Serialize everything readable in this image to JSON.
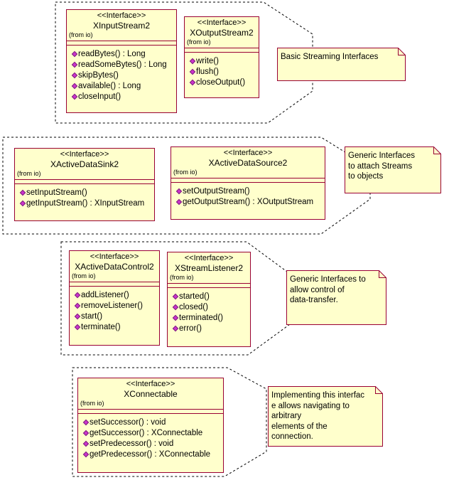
{
  "packages": [
    {
      "note": "Basic Streaming Interfaces",
      "interfaces": [
        {
          "stereotype": "<<Interface>>",
          "name": "XInputStream2",
          "from": "(from io)",
          "operations": [
            "readBytes() : Long",
            "readSomeBytes() : Long",
            "skipBytes()",
            "available() : Long",
            "closeInput()"
          ]
        },
        {
          "stereotype": "<<Interface>>",
          "name": "XOutputStream2",
          "from": "(from io)",
          "operations": [
            "write()",
            "flush()",
            "closeOutput()"
          ]
        }
      ]
    },
    {
      "note": "Generic Interfaces\nto attach Streams\nto objects",
      "interfaces": [
        {
          "stereotype": "<<Interface>>",
          "name": "XActiveDataSink2",
          "from": "(from io)",
          "operations": [
            "setInputStream()",
            "getInputStream() : XInputStream"
          ]
        },
        {
          "stereotype": "<<Interface>>",
          "name": "XActiveDataSource2",
          "from": "(from io)",
          "operations": [
            "setOutputStream()",
            "getOutputStream() : XOutputStream"
          ]
        }
      ]
    },
    {
      "note": "Generic Interfaces to\nallow control of\ndata-transfer.",
      "interfaces": [
        {
          "stereotype": "<<Interface>>",
          "name": "XActiveDataControl2",
          "from": "(from io)",
          "operations": [
            "addListener()",
            "removeListener()",
            "start()",
            "terminate()"
          ]
        },
        {
          "stereotype": "<<Interface>>",
          "name": "XStreamListener2",
          "from": "(from io)",
          "operations": [
            "started()",
            "closed()",
            "terminated()",
            "error()"
          ]
        }
      ]
    },
    {
      "note": "Implementing this interfac\ne allows navigating to\narbitrary\nelements of the\nconnection.",
      "interfaces": [
        {
          "stereotype": "<<Interface>>",
          "name": "XConnectable",
          "from": "(from io)",
          "operations": [
            "setSuccessor() : void",
            "getSuccessor() : XConnectable",
            "setPredecessor() : void",
            "getPredecessor() : XConnectable"
          ]
        }
      ]
    }
  ],
  "colors": {
    "box_fill": "#ffffcc",
    "box_border": "#990033",
    "operation_marker": "#cc33cc"
  }
}
